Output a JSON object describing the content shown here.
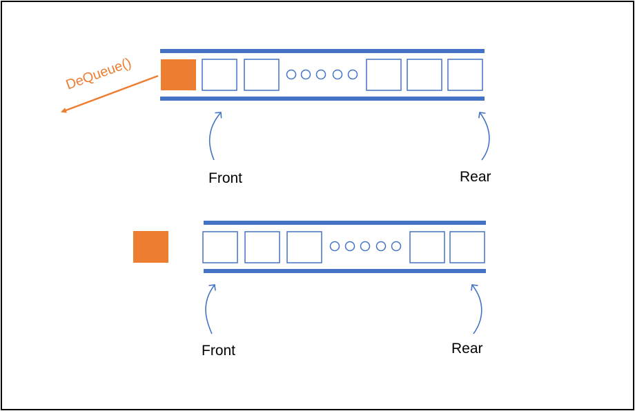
{
  "colors": {
    "frame": "#000000",
    "queue_blue": "#4472C4",
    "element_orange": "#ED7D31",
    "text": "#000000"
  },
  "top_diagram": {
    "operation_label": "DeQueue()",
    "front_label": "Front",
    "rear_label": "Rear",
    "cells_before_ellipsis": 2,
    "ellipsis_dots": 5,
    "cells_after_ellipsis": 3
  },
  "bottom_diagram": {
    "front_label": "Front",
    "rear_label": "Rear",
    "cells_before_ellipsis": 3,
    "ellipsis_dots": 5,
    "cells_after_ellipsis": 2
  }
}
